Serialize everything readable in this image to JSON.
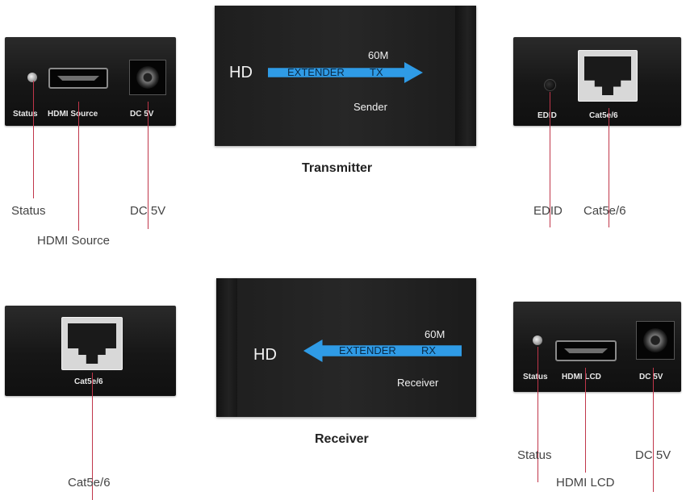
{
  "transmitter": {
    "caption": "Transmitter",
    "hd": "HD",
    "extender": "EXTENDER",
    "code": "TX",
    "range": "60M",
    "role": "Sender",
    "left_panel": {
      "labels": {
        "status": "Status",
        "hdmi": "HDMI Source",
        "dc": "DC 5V"
      }
    },
    "right_panel": {
      "labels": {
        "edid": "EDID",
        "cat": "Cat5e/6"
      }
    }
  },
  "receiver": {
    "caption": "Receiver",
    "hd": "HD",
    "extender": "EXTENDER",
    "code": "RX",
    "range": "60M",
    "role": "Receiver",
    "left_panel": {
      "labels": {
        "cat": "Cat5e/6"
      }
    },
    "right_panel": {
      "labels": {
        "status": "Status",
        "hdmi": "HDMI LCD",
        "dc": "DC 5V"
      }
    }
  },
  "callouts": {
    "status_top": "Status",
    "hdmi_source": "HDMI Source",
    "dc_top": "DC 5V",
    "edid": "EDID",
    "cat_top": "Cat5e/6",
    "cat_bottom": "Cat5e/6",
    "status_bottom": "Status",
    "hdmi_lcd": "HDMI LCD",
    "dc_bottom": "DC 5V"
  },
  "colors": {
    "arrow": "#2f9be6",
    "callout_line": "#c0364a",
    "device_body": "#1e1e1e"
  }
}
